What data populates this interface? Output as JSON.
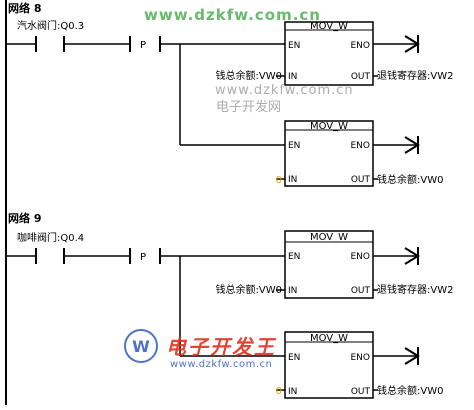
{
  "networks": [
    {
      "title": "网络 8",
      "contact_label": "汽水阀门:Q0.3",
      "p_label": "P",
      "blocks": [
        {
          "name": "MOV_W",
          "en": "EN",
          "eno": "ENO",
          "in_pin": "IN",
          "out_pin": "OUT",
          "in_value": "钱总余额:VW0",
          "out_value": "退钱寄存器:VW2"
        },
        {
          "name": "MOV_W",
          "en": "EN",
          "eno": "ENO",
          "in_pin": "IN",
          "out_pin": "OUT",
          "in_value": "0",
          "out_value": "钱总余额:VW0"
        }
      ]
    },
    {
      "title": "网络 9",
      "contact_label": "咖啡阀门:Q0.4",
      "p_label": "P",
      "blocks": [
        {
          "name": "MOV_W",
          "en": "EN",
          "eno": "ENO",
          "in_pin": "IN",
          "out_pin": "OUT",
          "in_value": "钱总余额:VW0",
          "out_value": "退钱寄存器:VW2"
        },
        {
          "name": "MOV_W",
          "en": "EN",
          "eno": "ENO",
          "in_pin": "IN",
          "out_pin": "OUT",
          "in_value": "0",
          "out_value": "钱总余额:VW0"
        }
      ]
    }
  ],
  "watermarks": {
    "top_url": "www.dzkfw.com.cn",
    "mid_url": "www.dzkfw.com.cn",
    "mid_cn": "电子开发网",
    "logo_cn": "电子开发王",
    "logo_url": "www.dzkfw.com.cn"
  },
  "colors": {
    "wire": "#000000",
    "in_value_zero": "#e0a000",
    "watermark_green": "#4caf50",
    "watermark_gray": "#9e9e9e",
    "logo_red": "#e0301e",
    "logo_blue": "#3a66c4"
  }
}
